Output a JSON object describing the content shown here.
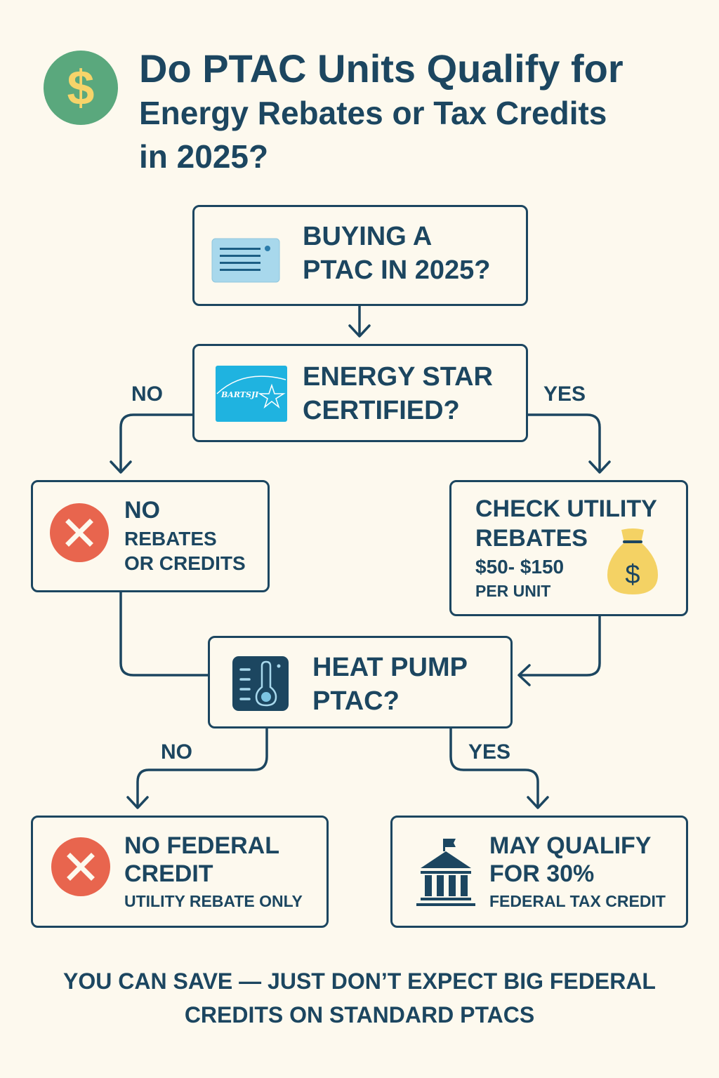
{
  "header": {
    "icon": "dollar-circle-icon",
    "title_line1": "Do PTAC Units Qualify for",
    "title_line2": "Energy Rebates or Tax Credits",
    "title_line3": "in 2025?"
  },
  "colors": {
    "background": "#fdf9ee",
    "primary": "#1c4660",
    "title_icon_bg": "#5aa87d",
    "title_icon_fg": "#f6d46a",
    "error_red": "#e8654e",
    "energy_star_blue": "#1fb3e0",
    "ptac_icon_blue": "#a8d8ec",
    "money_bag_yellow": "#f4d264"
  },
  "nodes": {
    "start": {
      "icon": "ptac-unit-icon",
      "line1": "BUYING A",
      "line2": "PTAC IN 2025?"
    },
    "energy_star": {
      "icon": "energy-star-logo-icon",
      "logo_text": "BARTSJI",
      "line1": "ENERGY STAR",
      "line2": "CERTIFIED?"
    },
    "no_rebates": {
      "icon": "x-circle-icon",
      "line1": "NO",
      "line2": "REBATES",
      "line3": "OR CREDITS"
    },
    "utility_rebates": {
      "icon": "money-bag-icon",
      "line1": "CHECK UTILITY",
      "line2": "REBATES",
      "line3": "$50- $150",
      "line4": "PER UNIT"
    },
    "heat_pump": {
      "icon": "thermometer-icon",
      "line1": "HEAT PUMP",
      "line2": "PTAC?"
    },
    "no_federal": {
      "icon": "x-circle-icon",
      "line1": "NO FEDERAL",
      "line2": "CREDIT",
      "line3": "UTILITY REBATE ONLY"
    },
    "may_qualify": {
      "icon": "government-building-icon",
      "line1": "MAY QUALIFY",
      "line2": "FOR 30%",
      "line3": "FEDERAL TAX CREDIT"
    }
  },
  "edges": {
    "energy_star_no": "NO",
    "energy_star_yes": "YES",
    "heat_pump_no": "NO",
    "heat_pump_yes": "YES"
  },
  "footer": {
    "line1": "YOU CAN SAVE — JUST DON’T EXPECT BIG FEDERAL",
    "line2": "CREDITS ON STANDARD PTACS"
  }
}
